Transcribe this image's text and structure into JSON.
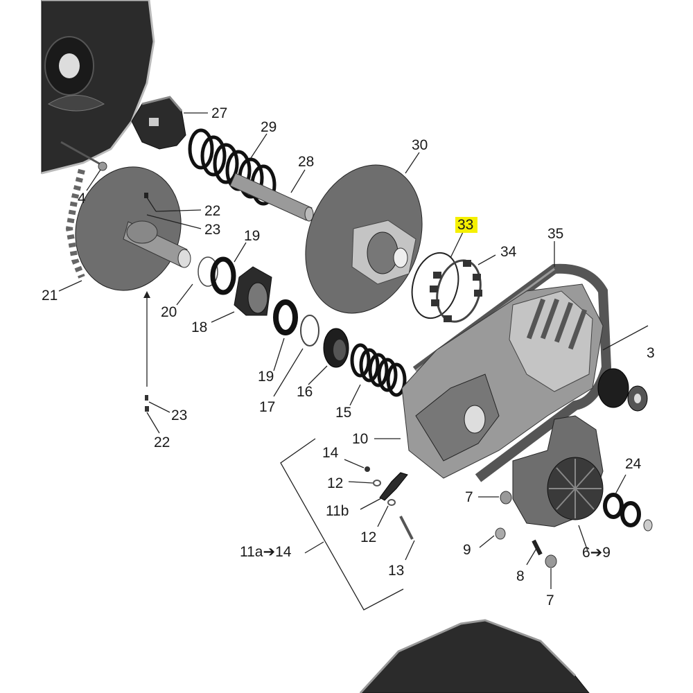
{
  "labels": {
    "l27": "27",
    "l29": "29",
    "l28": "28",
    "l30": "30",
    "l4": "4",
    "l22a": "22",
    "l23a": "23",
    "l33": "33",
    "l19a": "19",
    "l35": "35",
    "l34": "34",
    "l21": "21",
    "l20": "20",
    "l18": "18",
    "l19b": "19",
    "l16": "16",
    "l17": "17",
    "l15": "15",
    "l23b": "23",
    "l22b": "22",
    "l3": "3",
    "l10": "10",
    "l14": "14",
    "l24": "24",
    "l12a": "12",
    "l7a": "7",
    "l11b": "11b",
    "l12b": "12",
    "l11a14": "11a➔14",
    "l9": "9",
    "l69": "6➔9",
    "l13": "13",
    "l8": "8",
    "l7b": "7"
  },
  "highlight": {
    "color": "#f5f000",
    "label": "33"
  },
  "colors": {
    "ink": "#1a1a1a",
    "part_dark": "#2b2b2b",
    "part_mid": "#6e6e6e",
    "part_light": "#9a9a9a"
  }
}
